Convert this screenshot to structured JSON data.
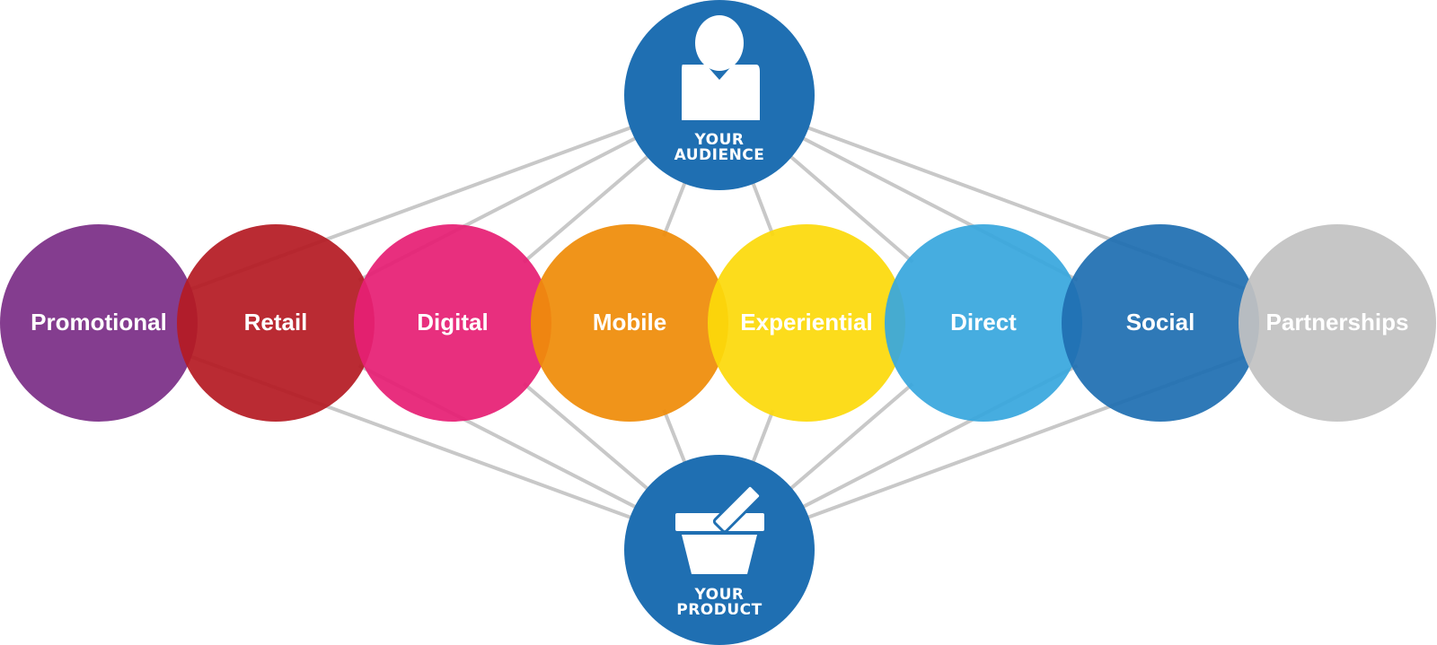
{
  "audience": {
    "label_line1": "YOUR",
    "label_line2": "AUDIENCE",
    "icon": "person-icon",
    "color": "#1f6fb2"
  },
  "product": {
    "label_line1": "YOUR",
    "label_line2": "PRODUCT",
    "icon": "shopping-basket-icon",
    "color": "#1f6fb2"
  },
  "channels": [
    {
      "label": "Promotional",
      "color": "#7b2e87"
    },
    {
      "label": "Retail",
      "color": "#b51b23"
    },
    {
      "label": "Digital",
      "color": "#e61f74"
    },
    {
      "label": "Mobile",
      "color": "#ef8c09"
    },
    {
      "label": "Experiential",
      "color": "#fcd90b"
    },
    {
      "label": "Direct",
      "color": "#38a7de"
    },
    {
      "label": "Social",
      "color": "#1f6fb2"
    },
    {
      "label": "Partnerships",
      "color": "#c2c2c2"
    }
  ],
  "connector_color": "#c8c8c8"
}
